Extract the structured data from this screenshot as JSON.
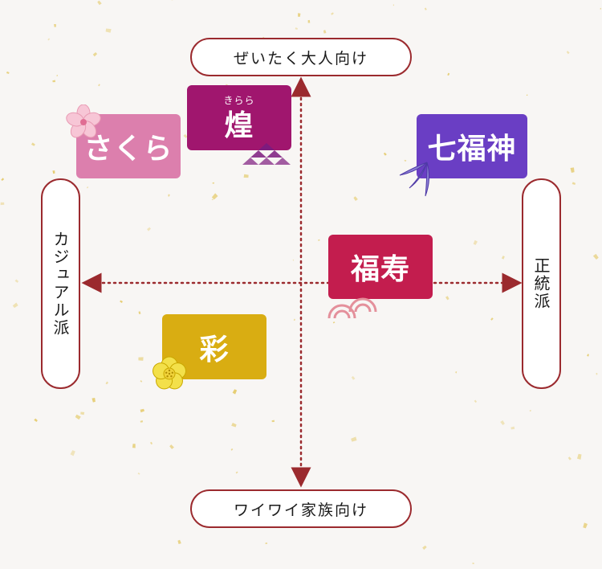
{
  "axes": {
    "top": "ぜいたく大人向け",
    "bottom": "ワイワイ家族向け",
    "left": "カジュアル派",
    "right": "正統派"
  },
  "brands": {
    "kirara": {
      "ruby": "きらら",
      "name": "煌",
      "color": "#a0166e"
    },
    "sakura": {
      "name": "さくら",
      "color": "#dc7fad"
    },
    "shichifukujin": {
      "name": "七福神",
      "color": "#6a3ec4"
    },
    "fukuju": {
      "name": "福寿",
      "color": "#c31d4e"
    },
    "aya": {
      "name": "彩",
      "color": "#d9ad12"
    }
  },
  "colors": {
    "axis": "#9b2a2e",
    "gold": "#e2c55a"
  },
  "icons": {
    "sakura": "sakura-flower-icon",
    "kirara": "triangle-pattern-icon",
    "shichifukujin": "bamboo-leaf-icon",
    "fukuju": "wave-pattern-icon",
    "aya": "plum-flower-icon"
  }
}
